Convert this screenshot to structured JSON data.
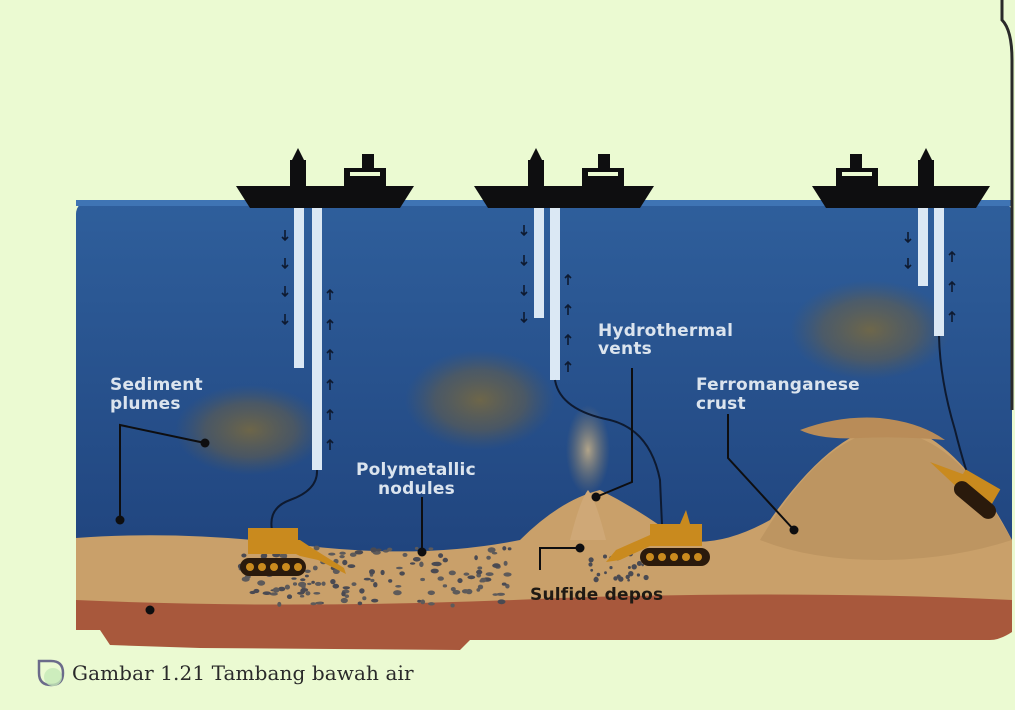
{
  "diagram": {
    "labels": {
      "sediment_plumes": [
        "Sediment",
        "plumes"
      ],
      "hydrothermal_vents": [
        "Hydrothermal",
        "vents"
      ],
      "polymetallic_nodules": [
        "Polymetallic",
        "nodules"
      ],
      "ferromanganese_crust": [
        "Ferromanganese",
        "crust"
      ],
      "sulfide_deposits": "Sulfide depos"
    },
    "colors": {
      "background": "#ebfad2",
      "ocean_top": "#2f5f9c",
      "ocean_bottom": "#1d3f78",
      "seabed": "#c9a06a",
      "seabed_dark": "#a8583c",
      "ship": "#0e0e10",
      "plume": "#7a6a3e",
      "machine": "#c98a1e"
    }
  },
  "caption": {
    "figure_number": "Gambar 1.21",
    "title": "Tambang bawah air",
    "icon": "bookmark-icon"
  }
}
